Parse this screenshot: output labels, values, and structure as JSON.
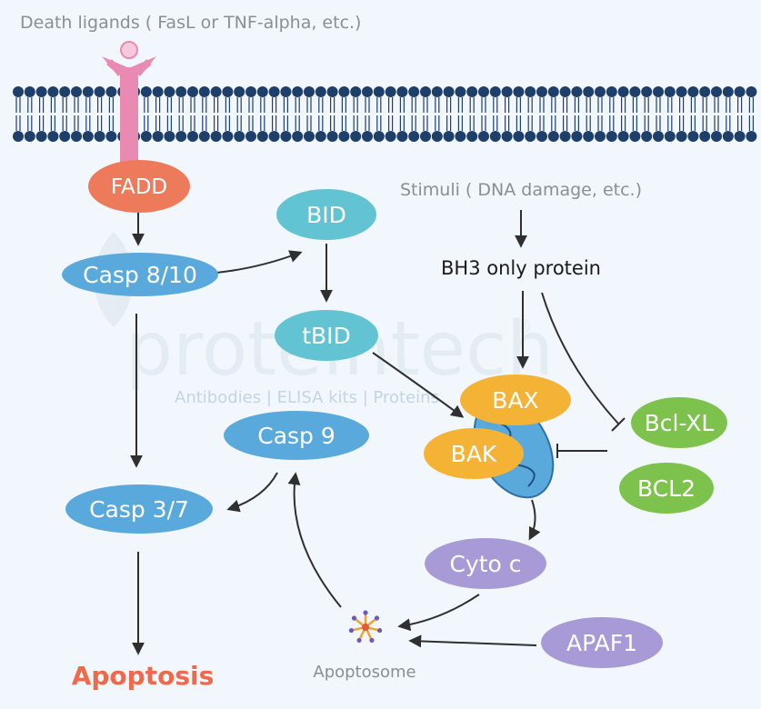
{
  "header": {
    "ligand_label": "Death ligands ( FasL or TNF-alpha, etc.)"
  },
  "watermark": {
    "brand": "proteintech",
    "registered": "®",
    "tagline": "Antibodies  |  ELISA kits  |  Proteins"
  },
  "nodes": {
    "fadd": "FADD",
    "casp810": "Casp 8/10",
    "bid": "BID",
    "tbid": "tBID",
    "casp9": "Casp 9",
    "casp37": "Casp 3/7",
    "bax": "BAX",
    "bak": "BAK",
    "bclxl": "Bcl-XL",
    "bcl2": "BCL2",
    "cytoc": "Cyto c",
    "apaf1": "APAF1"
  },
  "labels": {
    "stimuli": "Stimuli ( DNA damage, etc.)",
    "bh3": "BH3 only protein",
    "apoptosome": "Apoptosome",
    "apoptosis": "Apoptosis"
  },
  "colors": {
    "background": "#f1f7fc",
    "membrane": "#1f3f6b",
    "receptor": "#e98ab2",
    "fadd": "#ee7a5c",
    "caspase": "#5aa9dd",
    "bid": "#62c3d3",
    "bax_bak": "#f5b335",
    "bcl": "#7dc24c",
    "cyto_apaf": "#a79ad6",
    "mitochondrion": "#3f8fd0",
    "arrow": "#2f2f2f",
    "apoptosis_text": "#ee6a4a"
  }
}
